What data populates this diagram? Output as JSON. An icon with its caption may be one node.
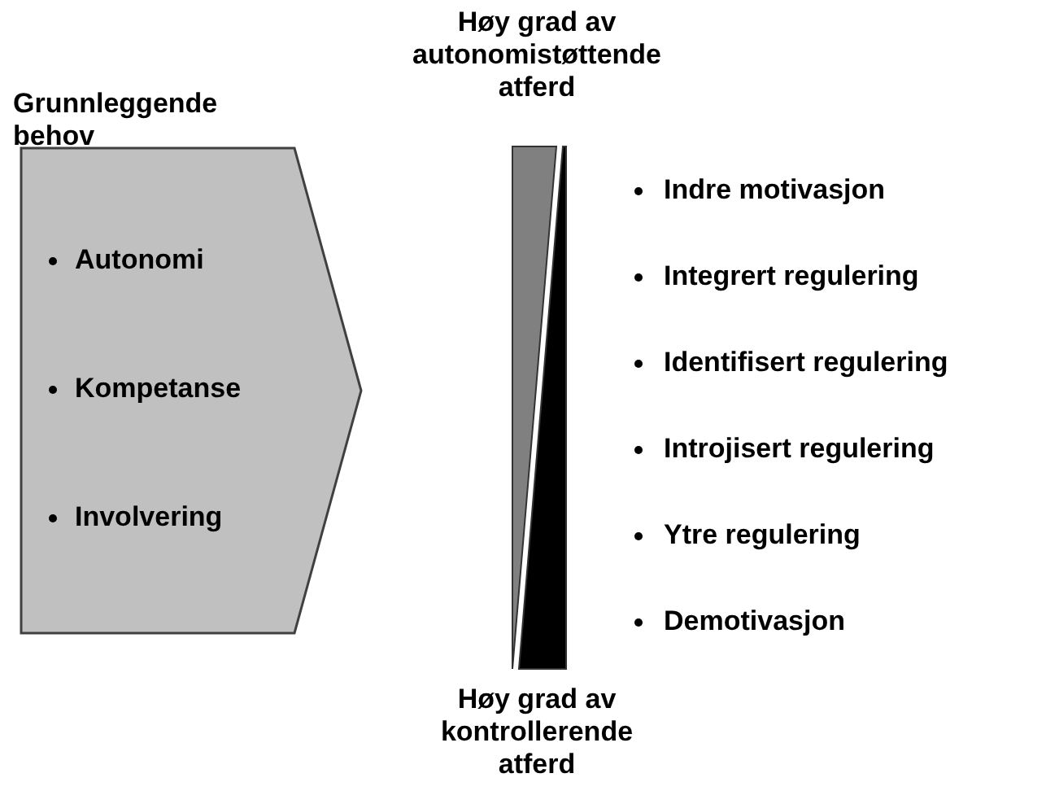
{
  "diagram": {
    "nodes": [
      {
        "text": [
          "Grunnleggende behov",
          "Autonomi",
          "Kompetanse",
          "Involvering"
        ]
      }
    ],
    "labels": [
      "Høy grad av autonomistøttende atferd",
      "Indre motivasjon",
      "Integrert regulering",
      "Identifisert regulering",
      "Introjisert regulering",
      "Ytre regulering",
      "Demotivasjon",
      "Høy grad av kontrollerende atferd"
    ]
  }
}
